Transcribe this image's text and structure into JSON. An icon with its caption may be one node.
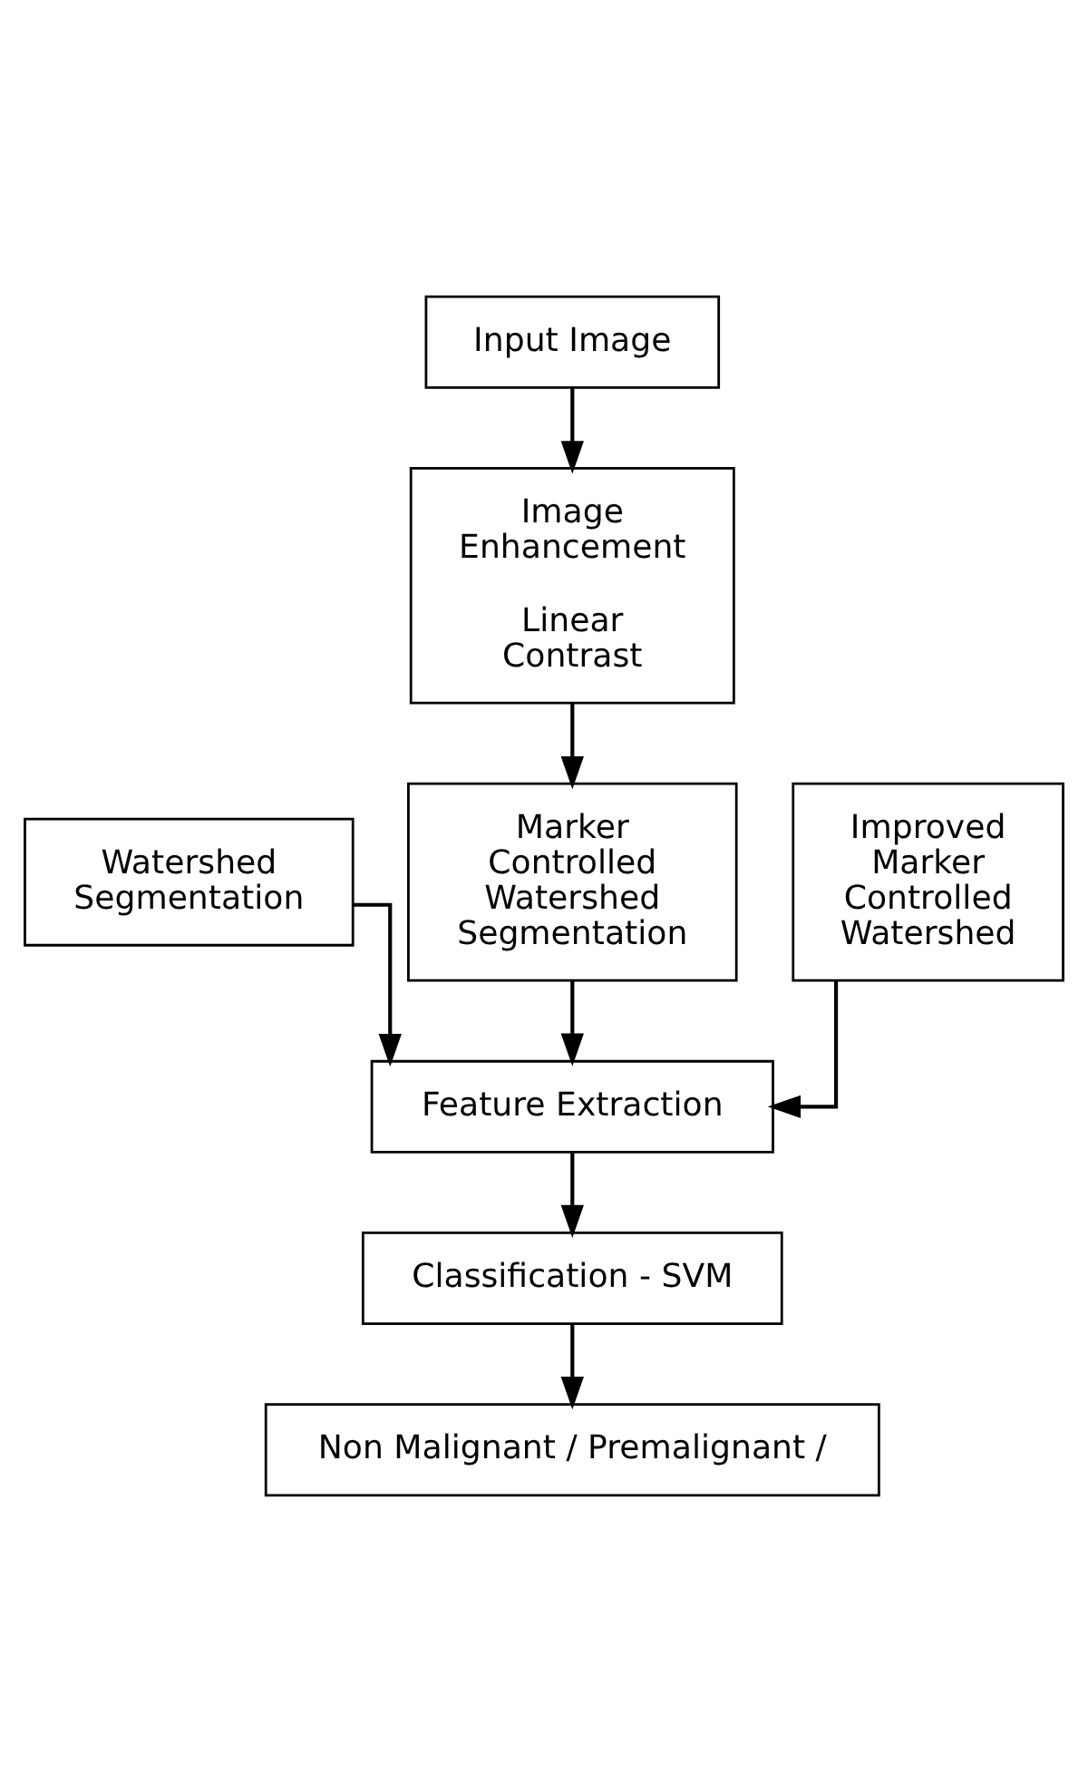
{
  "diagram": {
    "nodes": [
      {
        "text": [
          "Input Image"
        ]
      },
      {
        "text": [
          "Image Enhancement",
          "Linear Contrast"
        ]
      },
      {
        "text": [
          "Watershed Segmentation"
        ]
      },
      {
        "text": [
          "Marker Controlled Watershed Segmentation"
        ]
      },
      {
        "text": [
          "Improved Marker Controlled Watershed"
        ]
      },
      {
        "text": [
          "Feature Extraction"
        ]
      },
      {
        "text": [
          "Classification - SVM"
        ]
      },
      {
        "text": [
          "Non Malignant / Premalignant /"
        ]
      }
    ],
    "edges": [
      {
        "from": 0,
        "to": 1,
        "arrow": "to"
      },
      {
        "from": 1,
        "to": 3,
        "arrow": "to"
      },
      {
        "from": 2,
        "to": 5,
        "arrow": "to"
      },
      {
        "from": 3,
        "to": 5,
        "arrow": "to"
      },
      {
        "from": 4,
        "to": 5,
        "arrow": "to"
      },
      {
        "from": 5,
        "to": 6,
        "arrow": "to"
      },
      {
        "from": 6,
        "to": 7,
        "arrow": "to"
      }
    ]
  }
}
